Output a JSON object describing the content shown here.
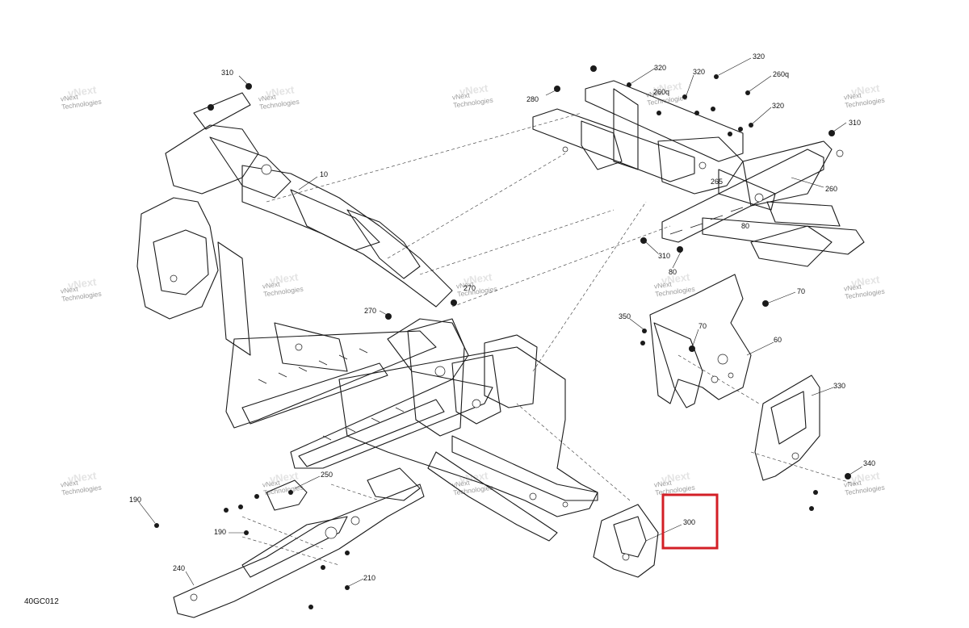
{
  "figure_id": "40GC012",
  "watermark": {
    "line1": "vNext",
    "line2": "Technologies"
  },
  "highlight_color": "#d31f26",
  "callouts": [
    {
      "id": "c-310-a",
      "label": "310"
    },
    {
      "id": "c-10",
      "label": "10"
    },
    {
      "id": "c-280",
      "label": "280"
    },
    {
      "id": "c-320-a",
      "label": "320"
    },
    {
      "id": "c-320-b",
      "label": "320"
    },
    {
      "id": "c-320-c",
      "label": "320"
    },
    {
      "id": "c-260q-a",
      "label": "260q"
    },
    {
      "id": "c-260q-b",
      "label": "260q"
    },
    {
      "id": "c-320-d",
      "label": "320"
    },
    {
      "id": "c-310-b",
      "label": "310"
    },
    {
      "id": "c-265",
      "label": "265"
    },
    {
      "id": "c-260",
      "label": "260"
    },
    {
      "id": "c-80-a",
      "label": "80"
    },
    {
      "id": "c-310-c",
      "label": "310"
    },
    {
      "id": "c-80-b",
      "label": "80"
    },
    {
      "id": "c-70-a",
      "label": "70"
    },
    {
      "id": "c-270-a",
      "label": "270"
    },
    {
      "id": "c-270-b",
      "label": "270"
    },
    {
      "id": "c-350",
      "label": "350"
    },
    {
      "id": "c-70-b",
      "label": "70"
    },
    {
      "id": "c-60",
      "label": "60"
    },
    {
      "id": "c-330",
      "label": "330"
    },
    {
      "id": "c-340",
      "label": "340"
    },
    {
      "id": "c-250",
      "label": "250"
    },
    {
      "id": "c-190-a",
      "label": "190"
    },
    {
      "id": "c-190-b",
      "label": "190"
    },
    {
      "id": "c-300",
      "label": "300"
    },
    {
      "id": "c-240",
      "label": "240"
    },
    {
      "id": "c-210",
      "label": "210"
    }
  ]
}
